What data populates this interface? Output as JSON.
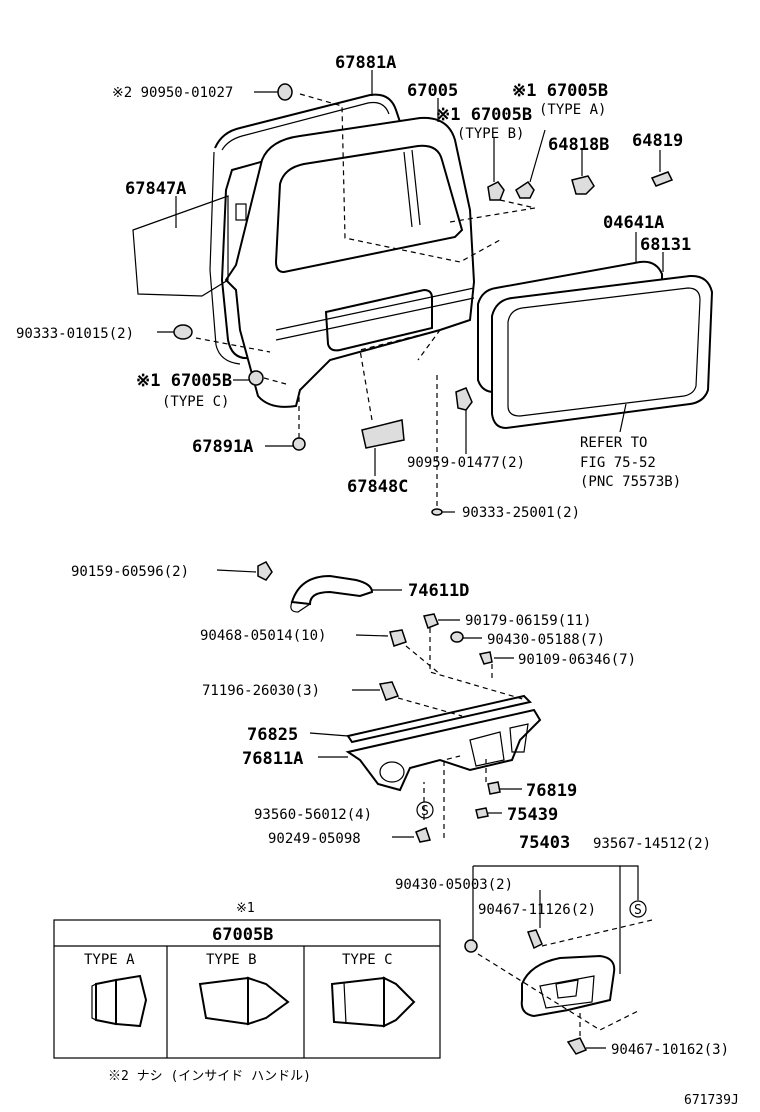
{
  "labels": {
    "p67881A": "67881A",
    "p90950": "※2 90950-01027",
    "p67005": "67005",
    "p67005B_a": "※1 67005B",
    "typeA": "(TYPE A)",
    "p67005B_b": "※1 67005B",
    "typeB": "(TYPE B)",
    "p64818B": "64818B",
    "p64819": "64819",
    "p67847A": "67847A",
    "p04641A": "04641A",
    "p68131": "68131",
    "p90333_01015": "90333-01015(2)",
    "p67005B_c": "※1 67005B",
    "typeC": "(TYPE C)",
    "refer1": "REFER TO",
    "refer2": "FIG 75-52",
    "refer3": "(PNC 75573B)",
    "p67891A": "67891A",
    "p90959": "90959-01477(2)",
    "p67848C": "67848C",
    "p90333_25001": "90333-25001(2)",
    "p90159": "90159-60596(2)",
    "p74611D": "74611D",
    "p90179": "90179-06159(11)",
    "p90468": "90468-05014(10)",
    "p90430_05188": "90430-05188(7)",
    "p90109": "90109-06346(7)",
    "p71196": "71196-26030(3)",
    "p76825": "76825",
    "p76811A": "76811A",
    "p76819": "76819",
    "p93560": "93560-56012(4)",
    "p75439": "75439",
    "p90249": "90249-05098",
    "p75403": "75403",
    "p93567": "93567-14512(2)",
    "p90430_05003": "90430-05003(2)",
    "p90467_11126": "90467-11126(2)",
    "p90467_10162": "90467-10162(3)",
    "s_mark": "S"
  },
  "inset": {
    "note_mark": "※1",
    "title": "67005B",
    "types": [
      "TYPE A",
      "TYPE B",
      "TYPE C"
    ]
  },
  "footnote": "※2 ナシ (インサイド ハンドル)",
  "diagram_id": "671739J"
}
